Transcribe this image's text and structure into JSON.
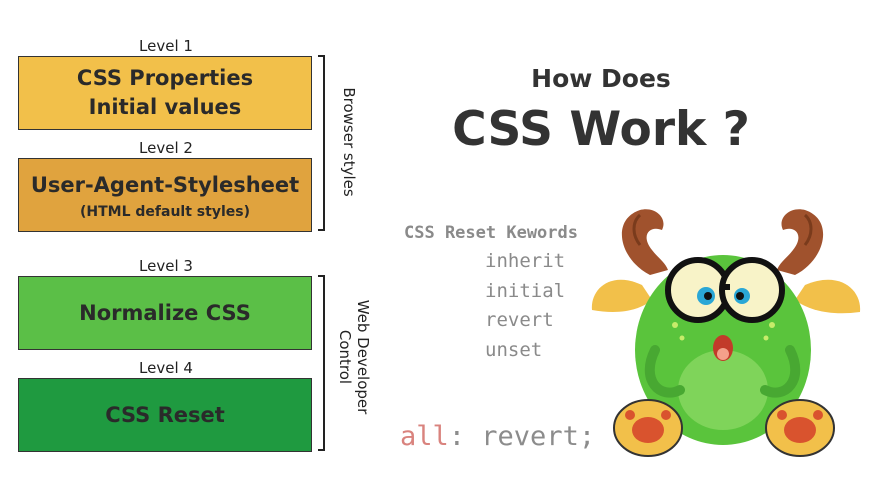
{
  "levels": [
    {
      "label": "Level 1",
      "title_lines": [
        "CSS Properties",
        "Initial values"
      ],
      "subtitle": "",
      "color": "#f2c04a"
    },
    {
      "label": "Level 2",
      "title_lines": [
        "User-Agent-Stylesheet"
      ],
      "subtitle": "(HTML default styles)",
      "color": "#e0a33e"
    },
    {
      "label": "Level 3",
      "title_lines": [
        "Normalize CSS"
      ],
      "subtitle": "",
      "color": "#5bbf47"
    },
    {
      "label": "Level 4",
      "title_lines": [
        "CSS Reset"
      ],
      "subtitle": "",
      "color": "#1f9a40"
    }
  ],
  "groups": {
    "browser": "Browser styles",
    "developer_line1": "Web Developer",
    "developer_line2": "Control"
  },
  "heading": {
    "small": "How Does",
    "big": "CSS Work ?"
  },
  "keywords": {
    "heading": "CSS Reset Kewords",
    "items": [
      "inherit",
      "initial",
      "revert",
      "unset"
    ]
  },
  "code": {
    "keyword": "all",
    "rest": ": revert;"
  },
  "mascot": {
    "icon": "green-horned-monster-illustration"
  }
}
